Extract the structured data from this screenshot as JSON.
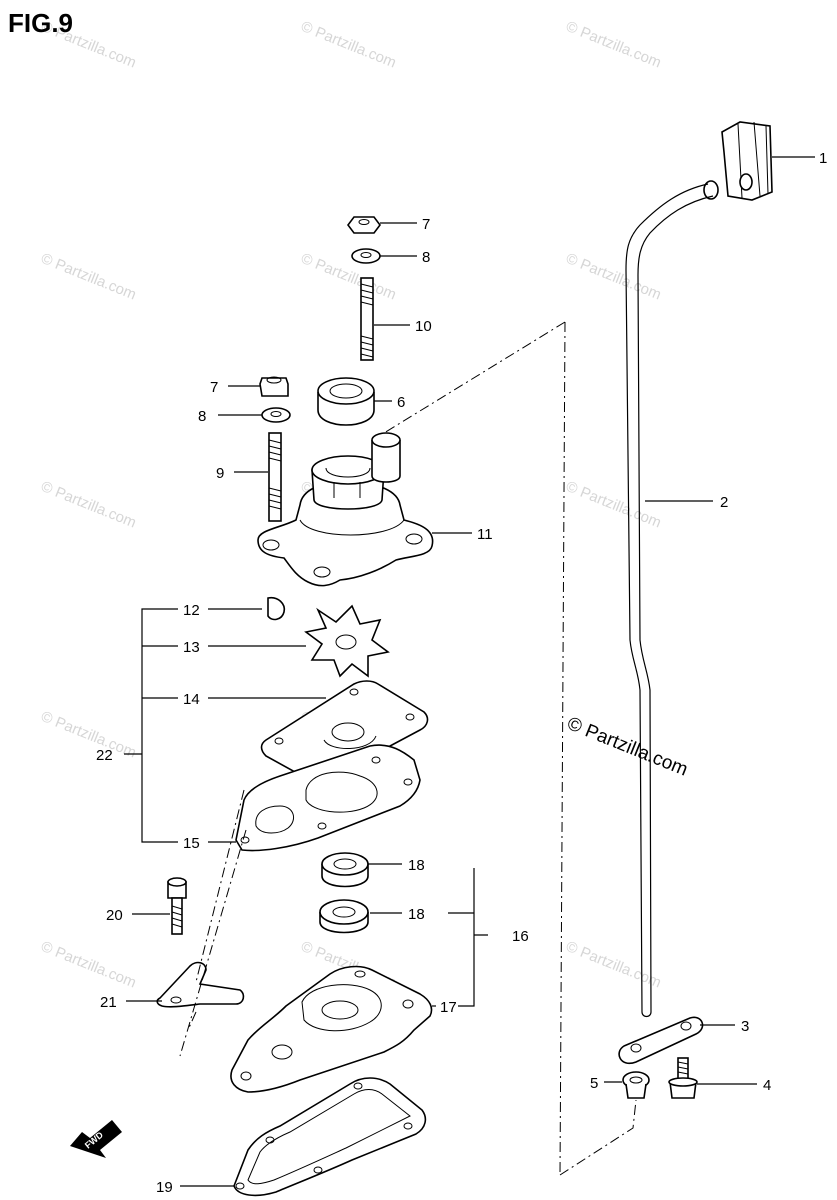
{
  "figure": {
    "title": "FIG.9"
  },
  "watermark": {
    "text": "© Partzilla.com"
  },
  "fwd_badge": {
    "text": "FWD"
  },
  "callouts": {
    "c1": "1",
    "c2": "2",
    "c3": "3",
    "c4": "4",
    "c5": "5",
    "c6": "6",
    "c7a": "7",
    "c7b": "7",
    "c8a": "8",
    "c8b": "8",
    "c9": "9",
    "c10": "10",
    "c11": "11",
    "c12": "12",
    "c13": "13",
    "c14": "14",
    "c15": "15",
    "c16": "16",
    "c17": "17",
    "c18a": "18",
    "c18b": "18",
    "c19": "19",
    "c20": "20",
    "c21": "21",
    "c22": "22"
  },
  "colors": {
    "line": "#000000",
    "watermark": "#d6d6d6",
    "background": "#ffffff"
  }
}
